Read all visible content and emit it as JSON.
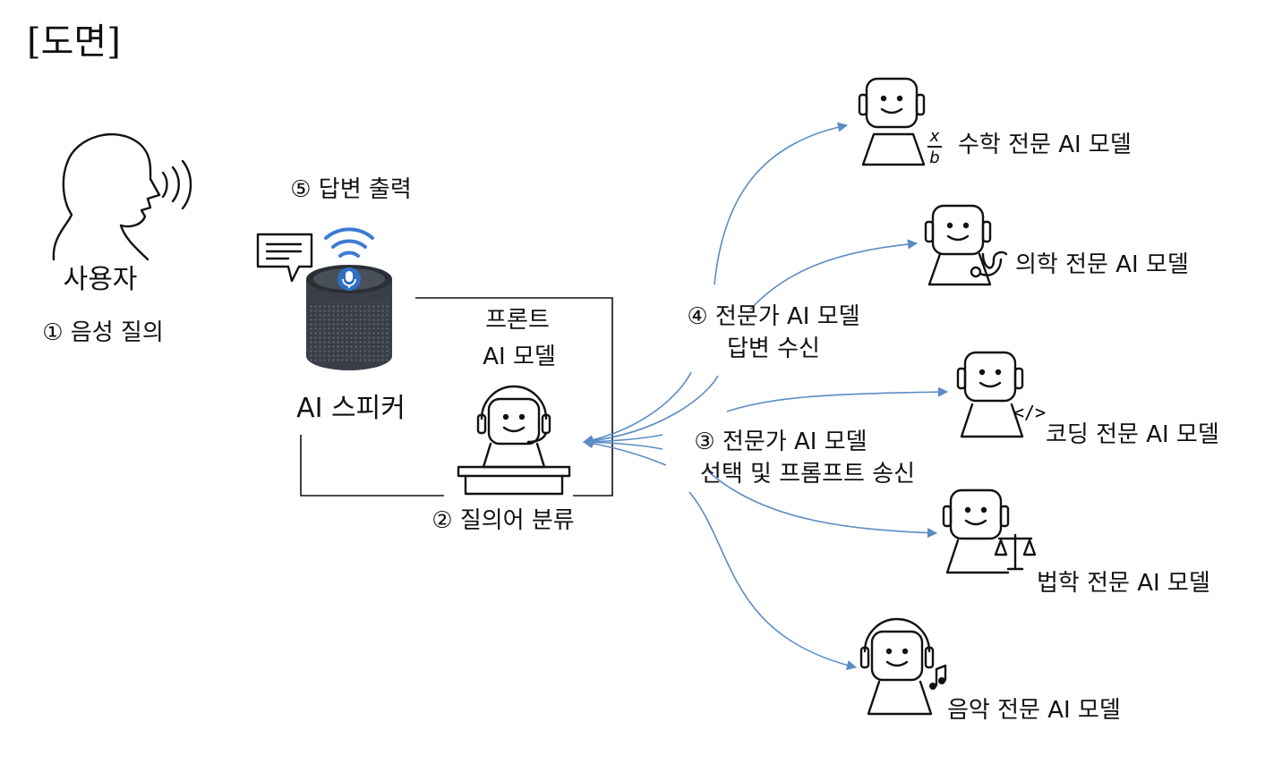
{
  "header": {
    "title": "[도면]"
  },
  "user": {
    "label": "사용자",
    "step": "① 음성 질의"
  },
  "speaker": {
    "label": "AI 스피커",
    "step": "⑤ 답변 출력"
  },
  "front_model": {
    "label_line1": "프론트",
    "label_line2": "AI 모델",
    "step": "② 질의어 분류"
  },
  "step3": {
    "line1": "③ 전문가 AI 모델",
    "line2": "선택 및 프롬프트 송신"
  },
  "step4": {
    "line1": "④ 전문가 AI 모델",
    "line2": "답변 수신"
  },
  "experts": [
    {
      "label": "수학 전문 AI 모델",
      "icon": "math-fraction-icon"
    },
    {
      "label": "의학 전문 AI 모델",
      "icon": "stethoscope-icon"
    },
    {
      "label": "코딩 전문 AI 모델",
      "icon": "code-icon"
    },
    {
      "label": "법학 전문 AI 모델",
      "icon": "scales-icon"
    },
    {
      "label": "음악 전문 AI 모델",
      "icon": "music-note-icon"
    }
  ],
  "colors": {
    "arrow": "#5b8cc4",
    "speaker_body": "#3a3f47",
    "wifi": "#3b7bd4"
  }
}
